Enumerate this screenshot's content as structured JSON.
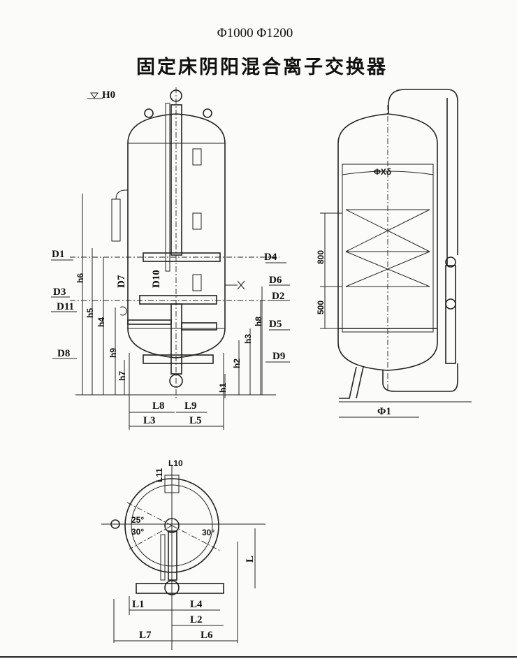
{
  "header": {
    "models": "Φ1000  Φ1200",
    "title": "固定床阴阳混合离子交换器"
  },
  "front_view": {
    "level": "H0",
    "nozzles": [
      "D1",
      "D2",
      "D3",
      "D4",
      "D5",
      "D6",
      "D7",
      "D8",
      "D9",
      "D10",
      "D11"
    ],
    "heights": [
      "h1",
      "h2",
      "h3",
      "h4",
      "h5",
      "h6",
      "h7",
      "h8",
      "h9"
    ],
    "lengths": [
      "L3",
      "L5",
      "L8",
      "L9"
    ]
  },
  "side_view": {
    "shell": "ΦXδ",
    "dim_800": "800",
    "dim_500": "500",
    "diameter": "Φ1"
  },
  "top_view": {
    "angle_25": "25°",
    "angle_30_left": "30°",
    "angle_30_right": "30°",
    "lengths": [
      "L",
      "L1",
      "L2",
      "L4",
      "L6",
      "L7",
      "L10",
      "L11"
    ]
  }
}
